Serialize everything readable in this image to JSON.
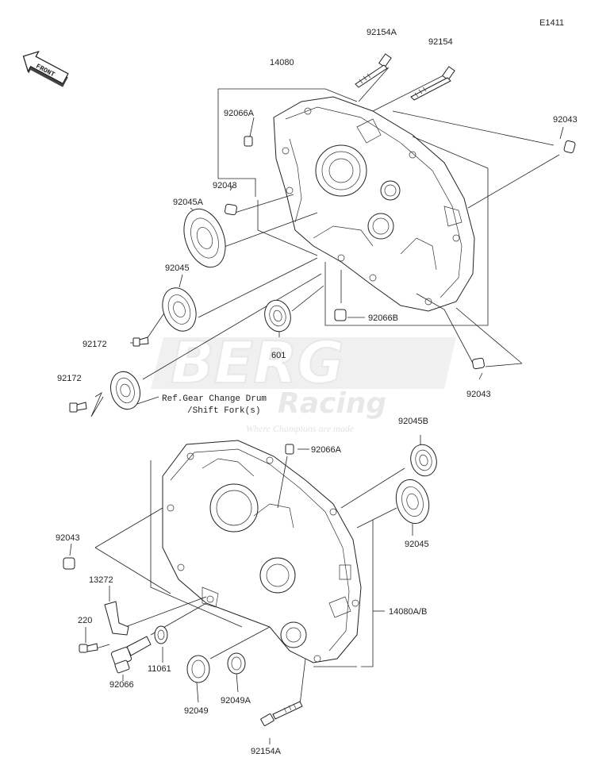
{
  "diagram_code": "E1411",
  "front_label": "FRONT",
  "reference_note_line1": "Ref.Gear Change Drum",
  "reference_note_line2": "/Shift Fork(s)",
  "watermark": {
    "brand": "BERG",
    "sub": "Racing",
    "tagline": "Where Champions are made"
  },
  "part_labels": {
    "p92154A_top": "92154A",
    "p92154_top": "92154",
    "p14080": "14080",
    "p92066A_top": "92066A",
    "p92043_upper_right": "92043",
    "p92043_upper_left": "92043",
    "p92045A": "92045A",
    "p92045_left": "92045",
    "p92172_a": "92172",
    "p92172_b": "92172",
    "p601": "601",
    "p92066B": "92066B",
    "p92043_mid_right": "92043",
    "p92045B": "92045B",
    "p92066A_lower": "92066A",
    "p92043_lower_left": "92043",
    "p92045_right": "92045",
    "p13272": "13272",
    "p220": "220",
    "p14080AB": "14080A/B",
    "p11061": "11061",
    "p92066": "92066",
    "p92049": "92049",
    "p92049A": "92049A",
    "p92154A_bottom": "92154A"
  }
}
